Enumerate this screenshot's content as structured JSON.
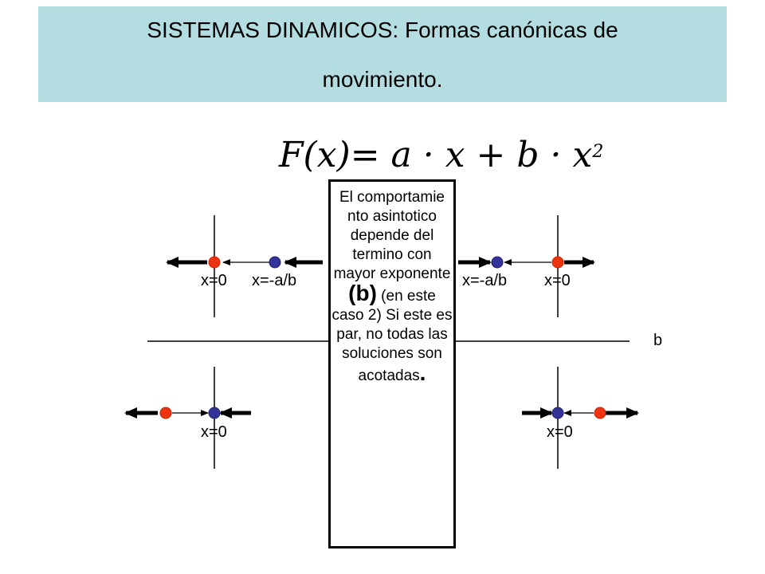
{
  "header": {
    "title_line1": "SISTEMAS DINAMICOS: Formas canónicas de",
    "title_line2": "movimiento."
  },
  "formula": {
    "lhs": "F(x)",
    "rhs": "= a · x + b · x",
    "exponent": "2"
  },
  "axis": {
    "b_label": "b"
  },
  "labels": {
    "top_left_x0": "x=0",
    "top_left_xab": "x=-a/b",
    "top_right_xab": "x=-a/b",
    "top_right_x0": "x=0",
    "bottom_left_x0": "x=0",
    "bottom_right_x0": "x=0"
  },
  "note": {
    "part1": "El comportamie nto asintotico depende del termino con mayor exponente",
    "bold": "(b)",
    "part2": " (en este caso 2) Si este es par, no todas las soluciones son acotadas",
    "end": "."
  },
  "colors": {
    "title_band": "#b3dde0",
    "stable_point": "#333399",
    "unstable_point": "#ee3311"
  }
}
